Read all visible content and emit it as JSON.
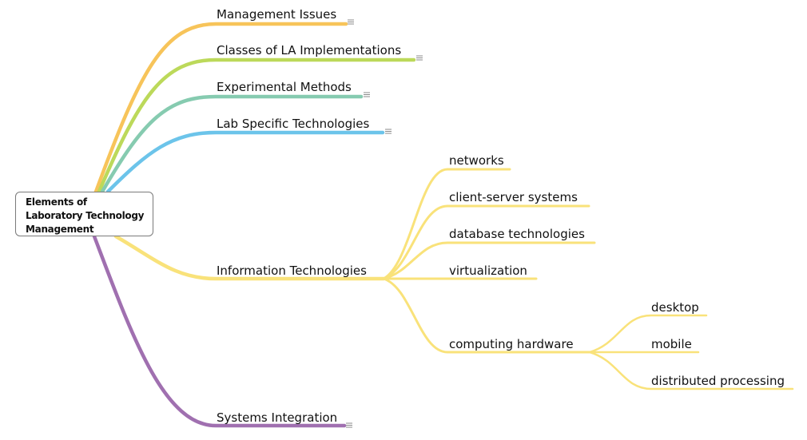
{
  "root": {
    "lines": [
      "Elements of",
      "Laboratory Technology",
      "Management"
    ]
  },
  "colors": {
    "management": "#f7c45a",
    "classes": "#bcd95a",
    "experimental": "#86cbb0",
    "lab": "#6cc4ea",
    "information": "#f9e27a",
    "systems": "#a070b0"
  },
  "branches": {
    "management": "Management Issues",
    "classes": "Classes of LA Implementations",
    "experimental": "Experimental Methods",
    "lab": "Lab Specific Technologies",
    "information": "Information Technologies",
    "systems": "Systems Integration"
  },
  "info_children": {
    "networks": "networks",
    "client_server": "client-server systems",
    "database": "database technologies",
    "virtualization": "virtualization",
    "computing_hardware": "computing hardware"
  },
  "hardware_children": {
    "desktop": "desktop",
    "mobile": "mobile",
    "distributed": "distributed processing"
  },
  "note_icon_name": "notes-icon"
}
